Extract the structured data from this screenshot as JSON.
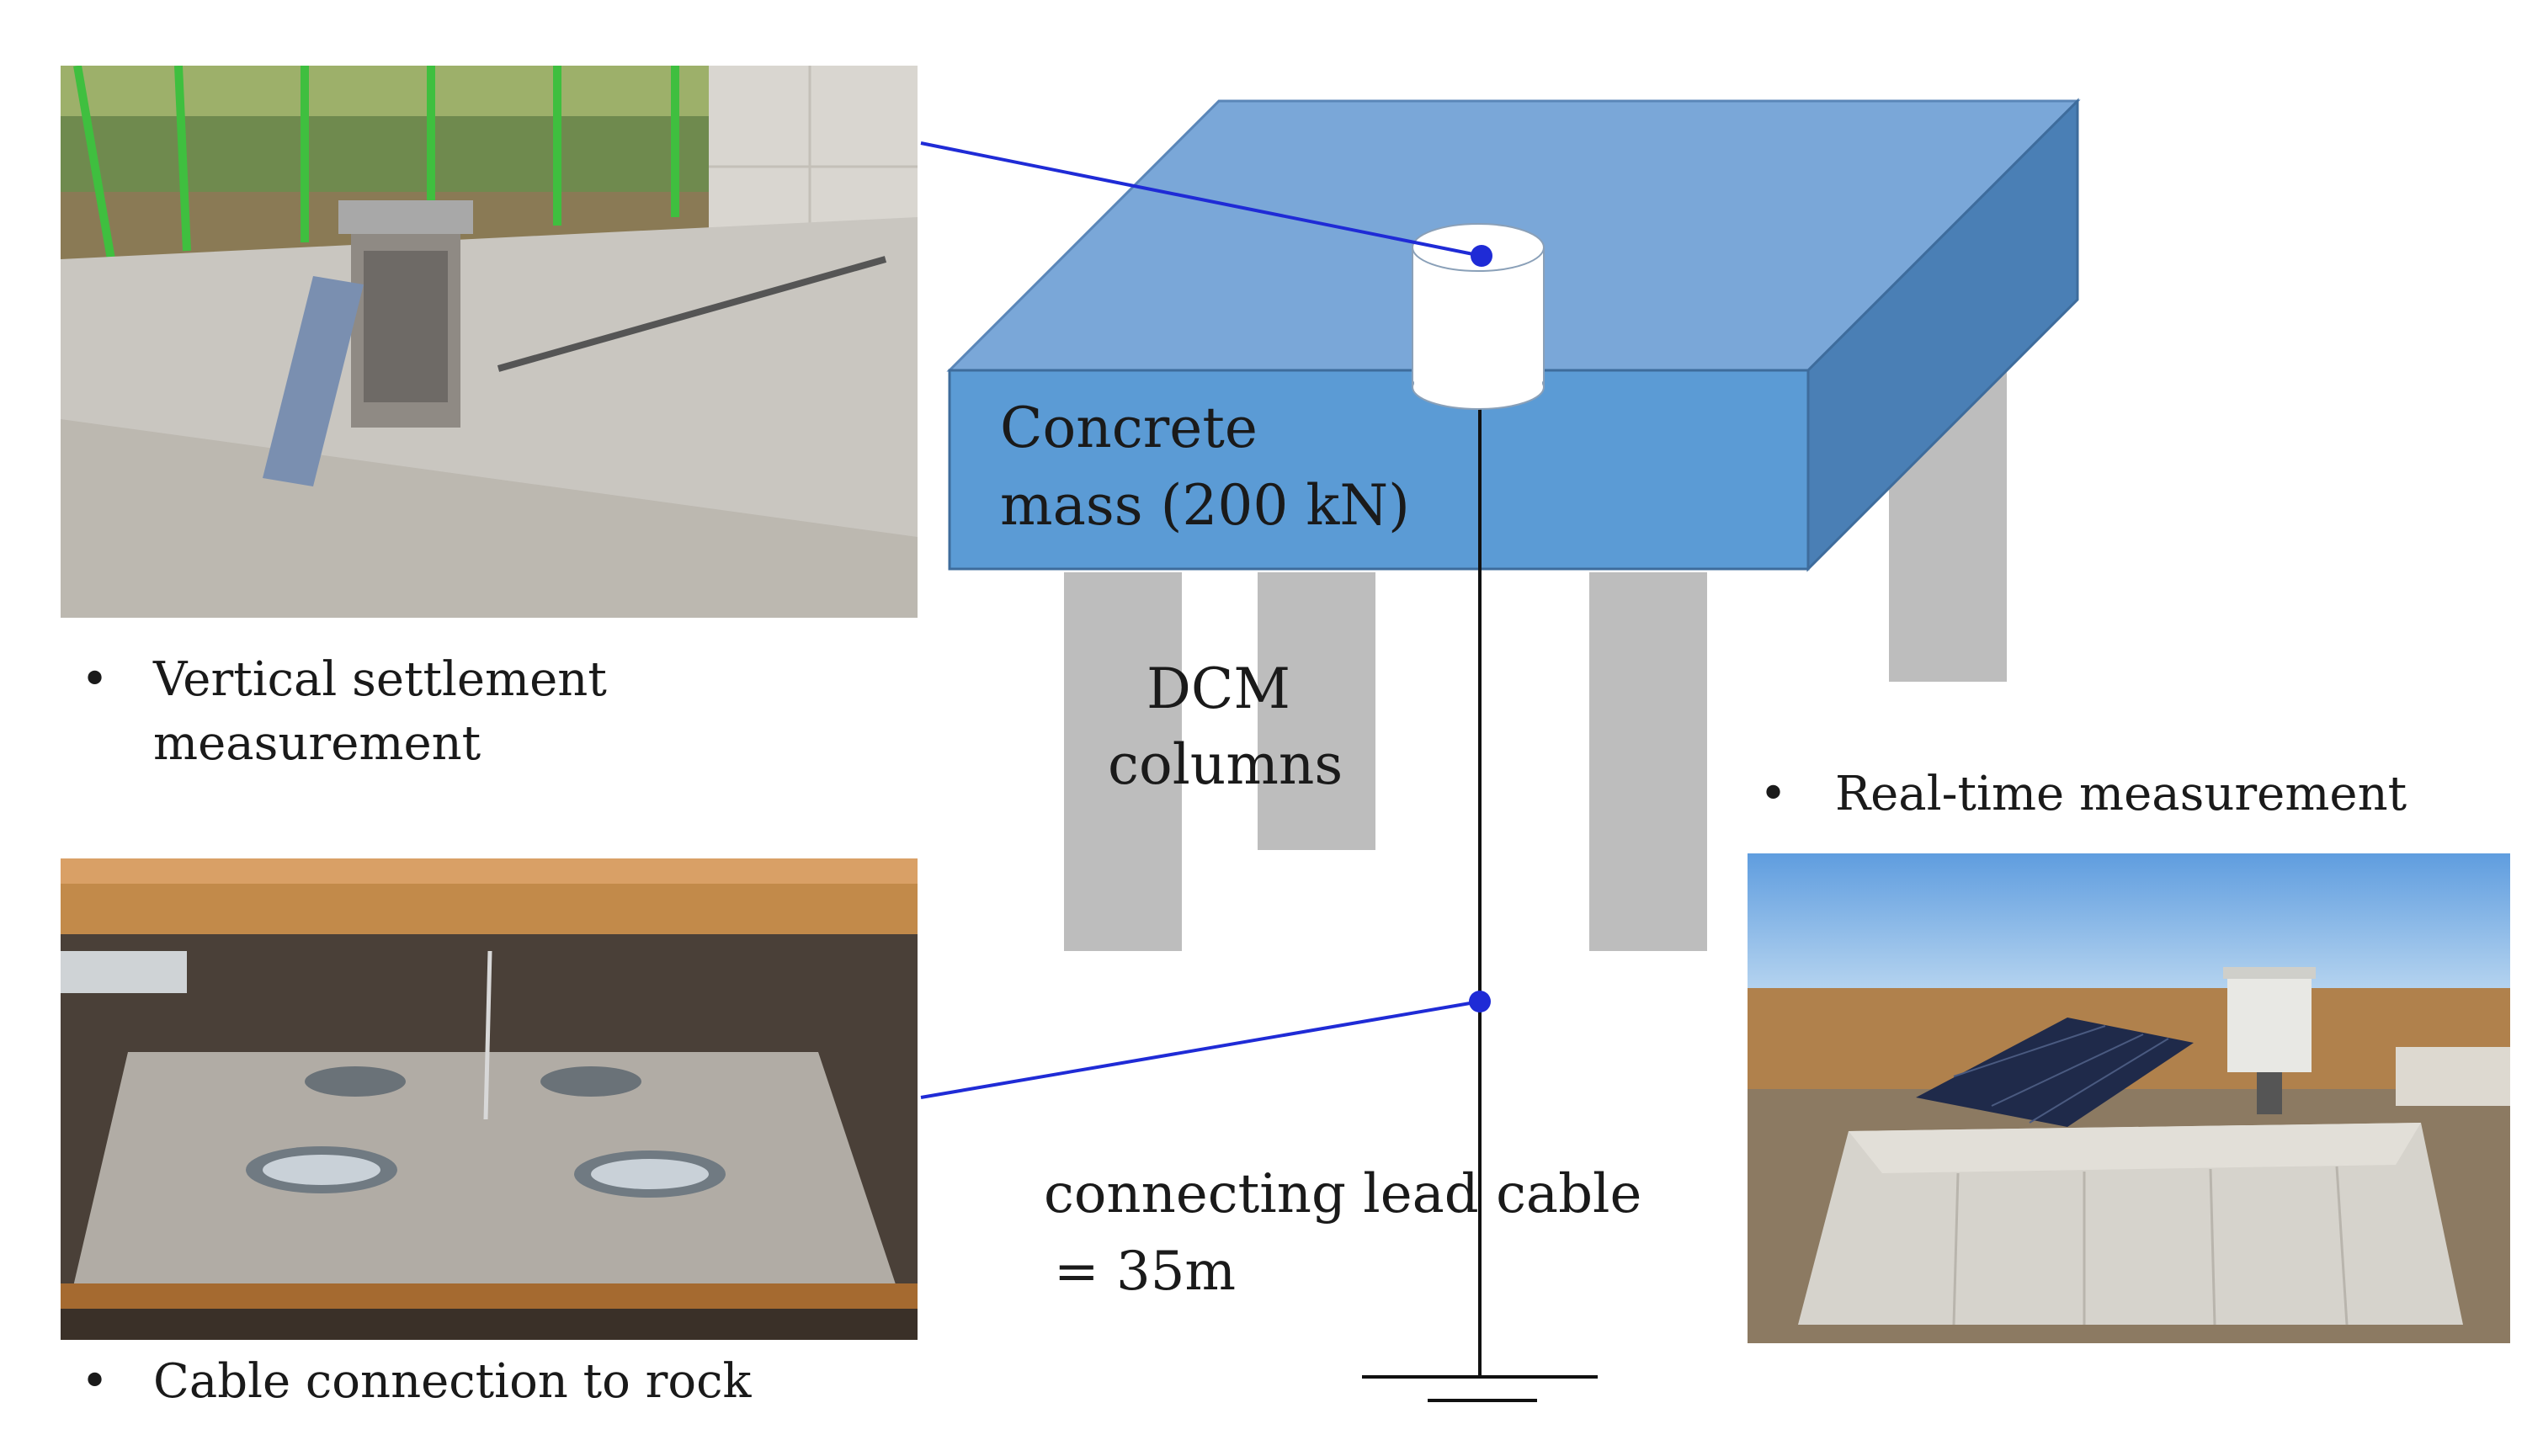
{
  "labels": {
    "concrete_line1": "Concrete",
    "concrete_line2": "mass (200 kN)",
    "dcm_line1": "DCM",
    "dcm_line2": "columns",
    "cable_line1": "connecting lead cable",
    "cable_line2": "= 35m"
  },
  "bullets": {
    "symbol": "•",
    "vertical_line1": "Vertical settlement",
    "vertical_line2": "measurement",
    "realtime": "Real-time measurement",
    "cable_rock": "Cable connection to rock"
  },
  "colors": {
    "block_top": "#7aa7d8",
    "block_front": "#5b9bd5",
    "block_side": "#4a7fb5",
    "columns": "#bdbdbd",
    "leader_line": "#1f2bd6",
    "cable": "#111111"
  }
}
